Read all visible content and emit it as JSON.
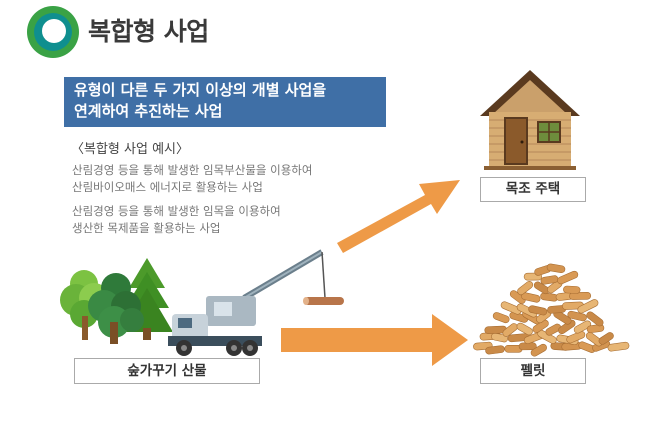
{
  "header": {
    "title": "복합형 사업",
    "logo_icon": "ring-logo-icon"
  },
  "definition": {
    "line1": "유형이 다른 두 가지 이상의 개별 사업을",
    "line2": "연계하여 추진하는 사업"
  },
  "examples": {
    "heading": "〈복합형 사업 예시〉",
    "items": [
      {
        "line1": "산림경영 등을 통해 발생한 임목부산물을 이용하여",
        "line2": "산림바이오매스 에너지로 활용하는 사업"
      },
      {
        "line1": "산림경영 등을 통해 발생한 임목을 이용하여",
        "line2": "생산한 목제품을 활용하는 사업"
      }
    ]
  },
  "labels": {
    "forest": "숲가꾸기 산물",
    "house": "목조 주택",
    "pellet": "펠릿"
  },
  "icons": {
    "trees": "forest-trees-icon",
    "truck": "crane-truck-icon",
    "house": "log-house-icon",
    "pellets": "wood-pellets-icon",
    "arrow": "arrow-icon"
  },
  "colors": {
    "definition_bg": "#3f6fa6",
    "arrow": "#ee9a47",
    "logo_green": "#3aa245",
    "logo_teal": "#0f8f8f",
    "tree_green": "#5aa833",
    "wood": "#c89258",
    "pellet": "#d9a058"
  }
}
